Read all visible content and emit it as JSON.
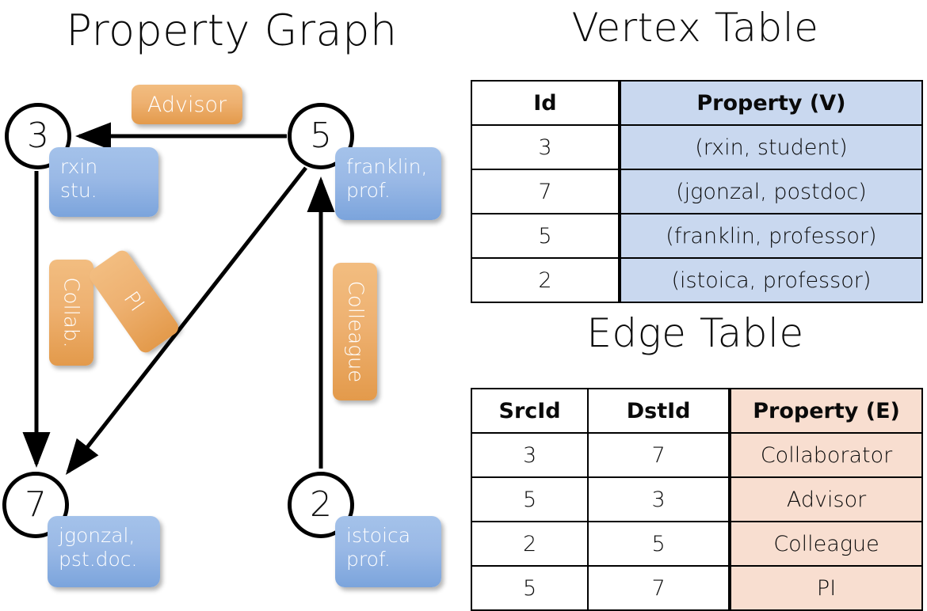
{
  "titles": {
    "property_graph": "Property Graph",
    "vertex_table": "Vertex Table",
    "edge_table": "Edge Table"
  },
  "graph": {
    "vertices": [
      {
        "id": "3",
        "property_label": "rxin\nstu."
      },
      {
        "id": "5",
        "property_label": "franklin,\nprof."
      },
      {
        "id": "7",
        "property_label": "jgonzal,\npst.doc."
      },
      {
        "id": "2",
        "property_label": "istoica\nprof."
      }
    ],
    "vertex_labels": {
      "v3": "3",
      "v5": "5",
      "v7": "7",
      "v2": "2"
    },
    "property_boxes": {
      "rxin_line1": "rxin",
      "rxin_line2": "stu.",
      "franklin_line1": "franklin,",
      "franklin_line2": "prof.",
      "jgonzal_line1": "jgonzal,",
      "jgonzal_line2": "pst.doc.",
      "istoica_line1": "istoica",
      "istoica_line2": "prof."
    },
    "edge_labels": {
      "advisor": "Advisor",
      "collab": "Collab.",
      "pi": "PI",
      "colleague": "Colleague"
    },
    "edges": [
      {
        "from": "5",
        "to": "3",
        "label": "Advisor"
      },
      {
        "from": "3",
        "to": "7",
        "label": "Collab."
      },
      {
        "from": "5",
        "to": "7",
        "label": "PI"
      },
      {
        "from": "2",
        "to": "5",
        "label": "Colleague"
      }
    ]
  },
  "vertex_table": {
    "headers": [
      "Id",
      "Property (V)"
    ],
    "rows": [
      {
        "id": "3",
        "property": "(rxin, student)"
      },
      {
        "id": "7",
        "property": "(jgonzal, postdoc)"
      },
      {
        "id": "5",
        "property": "(franklin, professor)"
      },
      {
        "id": "2",
        "property": "(istoica, professor)"
      }
    ]
  },
  "edge_table": {
    "headers": [
      "SrcId",
      "DstId",
      "Property (E)"
    ],
    "rows": [
      {
        "src": "3",
        "dst": "7",
        "property": "Collaborator"
      },
      {
        "src": "5",
        "dst": "3",
        "property": "Advisor"
      },
      {
        "src": "2",
        "dst": "5",
        "property": "Colleague"
      },
      {
        "src": "5",
        "dst": "7",
        "property": "PI"
      }
    ]
  },
  "colors": {
    "vertex_property_fill": "#9ab9e6",
    "edge_property_fill": "#eeb171",
    "vertex_table_prop_bg": "#c9d8ef",
    "edge_table_prop_bg": "#f8ded0",
    "stroke": "#000000",
    "background": "#ffffff"
  }
}
